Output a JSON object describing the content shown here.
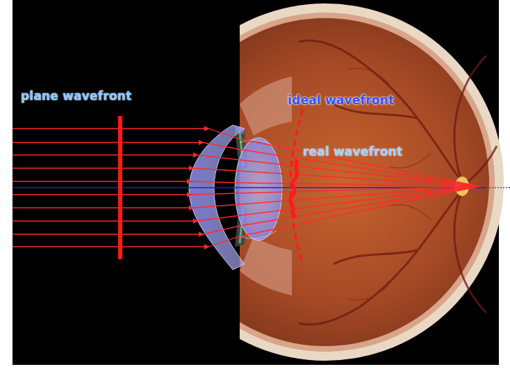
{
  "diagram": {
    "labels": [
      "plane wavefront",
      "ideal wavefront",
      "real wavefront"
    ]
  }
}
